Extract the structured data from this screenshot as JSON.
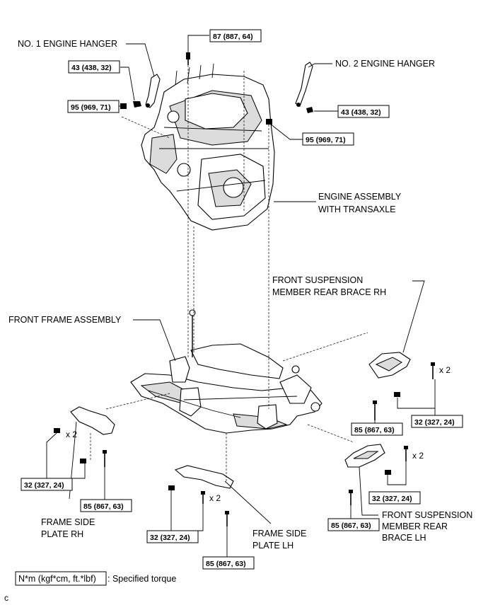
{
  "callouts": {
    "no1_engine_hanger": "NO. 1 ENGINE HANGER",
    "no2_engine_hanger": "NO. 2 ENGINE HANGER",
    "engine_assembly_line1": "ENGINE ASSEMBLY",
    "engine_assembly_line2": "WITH TRANSAXLE",
    "front_suspension_rh_line1": "FRONT SUSPENSION",
    "front_suspension_rh_line2": "MEMBER REAR BRACE RH",
    "front_frame_assembly": "FRONT FRAME ASSEMBLY",
    "frame_side_plate_rh_line1": "FRAME SIDE",
    "frame_side_plate_rh_line2": "PLATE RH",
    "frame_side_plate_lh_line1": "FRAME SIDE",
    "frame_side_plate_lh_line2": "PLATE LH",
    "front_suspension_lh_line1": "FRONT SUSPENSION",
    "front_suspension_lh_line2": "MEMBER REAR",
    "front_suspension_lh_line3": "BRACE LH"
  },
  "torques": {
    "top_bolt": "87 (887, 64)",
    "hanger1_bolt": "43 (438, 32)",
    "hanger1_nut": "95 (969, 71)",
    "hanger2_bolt": "43 (438, 32)",
    "engine_right_nut": "95 (969, 71)",
    "rh_brace_bolt": "32 (327, 24)",
    "rh_brace_main_bolt": "85 (867, 63)",
    "left_plate_bolt": "32 (327, 24)",
    "left_plate_main_bolt": "85 (867, 63)",
    "lh_plate_bolt": "32 (327, 24)",
    "lh_plate_main_bolt": "85 (867, 63)",
    "lh_brace_bolt": "32 (327, 24)",
    "lh_brace_main_bolt": "85 (867, 63)"
  },
  "quantities": {
    "rh_brace": "x 2",
    "left_plate": "x 2",
    "lh_plate": "x 2",
    "lh_brace": "x 2"
  },
  "legend": {
    "unit_box": "N*m (kgf*cm, ft.*lbf)",
    "description": ": Specified torque"
  },
  "corner_mark": "c"
}
